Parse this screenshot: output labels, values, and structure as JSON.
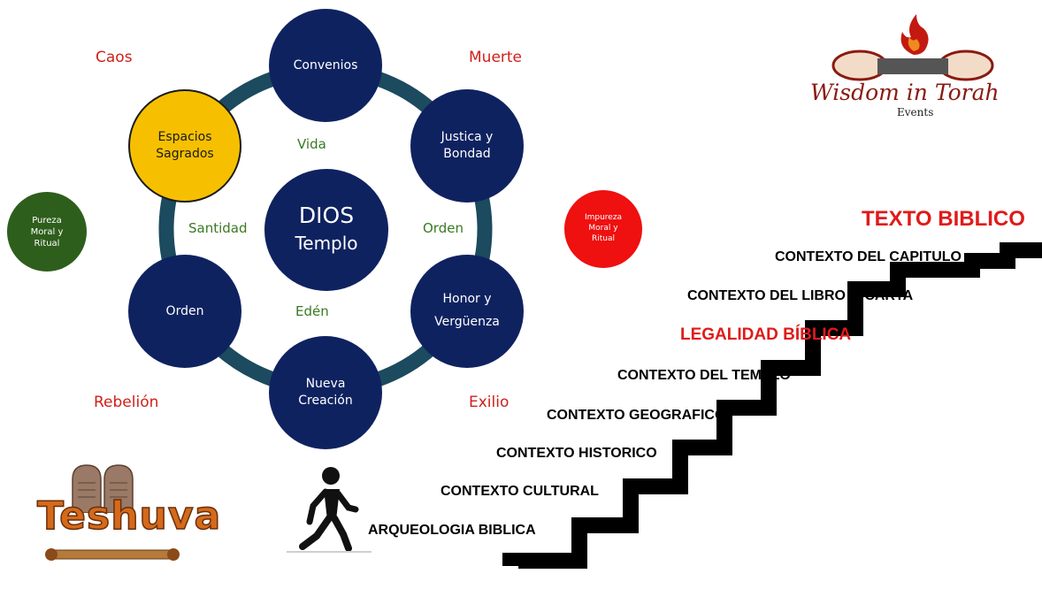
{
  "diagram": {
    "center": {
      "line1": "DIOS",
      "line2": "Templo"
    },
    "nodes": [
      {
        "id": "convenios",
        "label": "Convenios"
      },
      {
        "id": "justicia",
        "label": "Justica y Bondad"
      },
      {
        "id": "honor",
        "label": "Honor y Vergüenza"
      },
      {
        "id": "nueva",
        "label": "Nueva Creación"
      },
      {
        "id": "orden",
        "label": "Orden"
      },
      {
        "id": "espacios",
        "label": "Espacios Sagrados"
      }
    ],
    "inner_words": {
      "vida": "Vida",
      "santidad": "Santidad",
      "orden": "Orden",
      "eden": "Edén"
    },
    "outer_words": {
      "caos": "Caos",
      "muerte": "Muerte",
      "rebelion": "Rebelión",
      "exilio": "Exilio"
    },
    "pureza": "Pureza Moral y Ritual",
    "impureza": "Impureza Moral y Ritual"
  },
  "logos": {
    "wisdom": {
      "title": "Wisdom in Torah",
      "subtitle": "Events"
    },
    "teshuva": "Teshuva"
  },
  "staircase": {
    "top": "TEXTO BIBLICO",
    "steps": [
      "CONTEXTO DEL CAPITULO",
      "CONTEXTO DEL LIBRO O CARTA",
      "LEGALIDAD BÍBLICA",
      "CONTEXTO DEL TEMPLO",
      "CONTEXTO GEOGRAFICO",
      "CONTEXTO HISTORICO",
      "CONTEXTO CULTURAL",
      "ARQUEOLOGIA BIBLICA"
    ]
  },
  "colors": {
    "navy": "#0f2260",
    "ring": "#1c4a5e",
    "yellow": "#f6c000",
    "green_dark": "#2e5e1c",
    "red_circle": "#ef1010",
    "red_text": "#d0201c",
    "green_text": "#3a7a22"
  },
  "icons": [
    "walking-person-icon",
    "stone-tablets-icon",
    "torah-scroll-icon",
    "flame-icon"
  ]
}
